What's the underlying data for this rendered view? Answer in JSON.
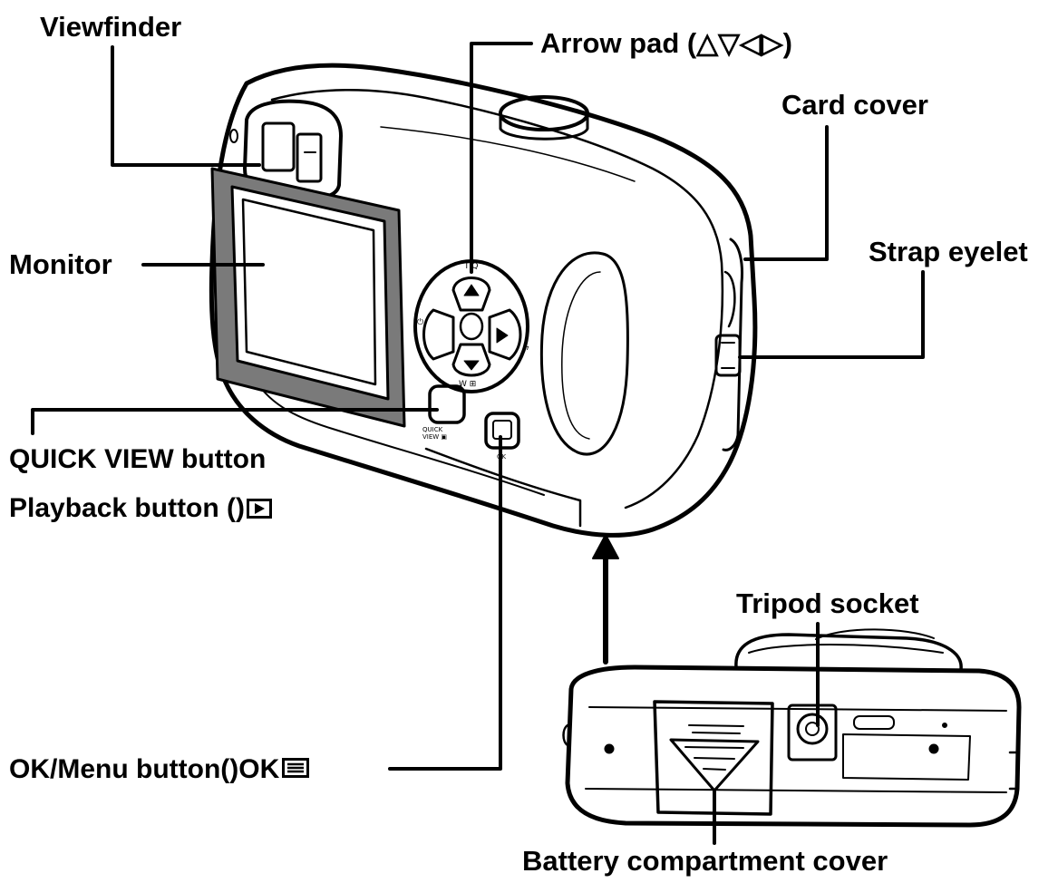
{
  "labels": {
    "viewfinder": "Viewfinder",
    "arrow_pad": "Arrow pad (△▽◁▷)",
    "card_cover": "Card cover",
    "monitor": "Monitor",
    "strap_eyelet": "Strap eyelet",
    "quick_view": "QUICK VIEW button",
    "playback": "Playback button (",
    "playback_tail": ")",
    "ok_menu": "OK/Menu button(",
    "ok_menu_tail": ")",
    "ok_symbol": "OK",
    "tripod_socket": "Tripod socket",
    "battery_cover": "Battery compartment cover"
  },
  "colors": {
    "line": "#000000",
    "monitor_frame": "#7a7a7a",
    "background": "#ffffff"
  },
  "icons": {
    "playback": "playback-icon",
    "menu": "menu-icon"
  }
}
